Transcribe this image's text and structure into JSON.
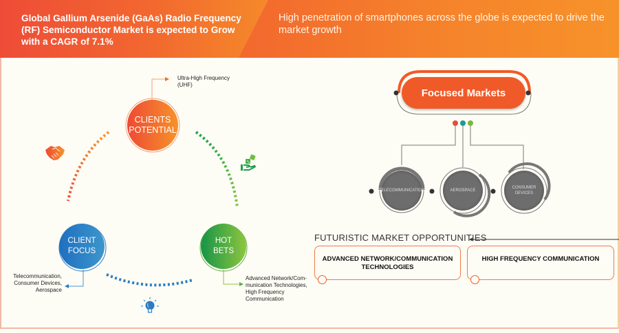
{
  "header": {
    "title": "Global Gallium Arsenide (GaAs) Radio Frequency (RF) Semiconductor Market is expected to Grow with a CAGR of 7.1%",
    "subtitle": "High penetration of smartphones across the globe is expected to drive the market growth"
  },
  "cycle": {
    "clients_potential": {
      "label_line1": "CLIENTS",
      "label_line2": "POTENTIAL",
      "note_line1": "Ultra-High Frequency",
      "note_line2": "(UHF)",
      "color": "#f26a2c"
    },
    "client_focus": {
      "label_line1": "CLIENT",
      "label_line2": "FOCUS",
      "note_line1": "Telecommunication,",
      "note_line2": "Consumer Devices,",
      "note_line3": "Aerospace",
      "color": "#2a7cc4"
    },
    "hot_bets": {
      "label_line1": "HOT",
      "label_line2": "BETS",
      "note_line1": "Advanced Network/Com-",
      "note_line2": "munication Technologies,",
      "note_line3": "High Frequency",
      "note_line4": "Communication",
      "color": "#4bb043"
    },
    "icons": [
      "handshake-icon",
      "hand-dice-icon",
      "lightbulb-icon"
    ]
  },
  "focused_markets": {
    "title": "Focused Markets",
    "dot_colors": [
      "#e84c3d",
      "#1a9c94",
      "#79b83a"
    ],
    "markets": [
      {
        "label": "TELECOMMUNICATION"
      },
      {
        "label": "AEROSPACE"
      },
      {
        "label_line1": "CONSUMER",
        "label_line2": "DEVICES"
      }
    ]
  },
  "opportunities": {
    "title": "FUTURISTIC MARKET OPPORTUNITIES",
    "items": [
      {
        "line1": "ADVANCED NETWORK/COMMUNICATION",
        "line2": "TECHNOLOGIES"
      },
      {
        "line1": "HIGH FREQUENCY COMMUNICATION",
        "line2": ""
      }
    ]
  }
}
